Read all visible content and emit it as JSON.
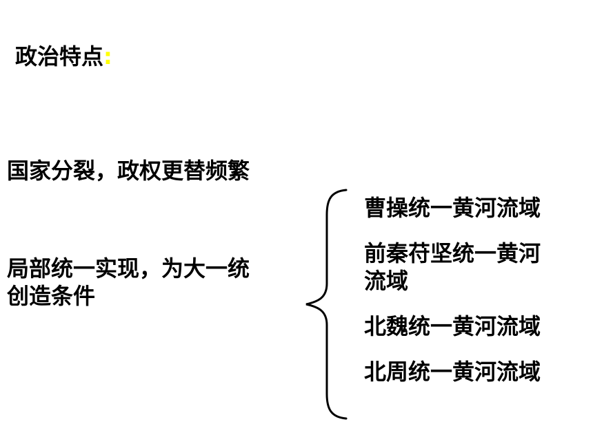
{
  "title": {
    "text": "政治特点",
    "colon": ":"
  },
  "points": [
    "国家分裂，政权更替频繁",
    {
      "line1": "局部统一实现，为大一统",
      "line2": "创造条件"
    }
  ],
  "sub_items": [
    {
      "line1": "曹操统一黄河流域"
    },
    {
      "line1": "前秦苻坚统一黄河",
      "line2": "流域"
    },
    {
      "line1": "北魏统一黄河流域"
    },
    {
      "line1": "北周统一黄河流域"
    }
  ],
  "colors": {
    "text": "#000000",
    "title_colon": "#ffff00",
    "background": "#ffffff"
  }
}
